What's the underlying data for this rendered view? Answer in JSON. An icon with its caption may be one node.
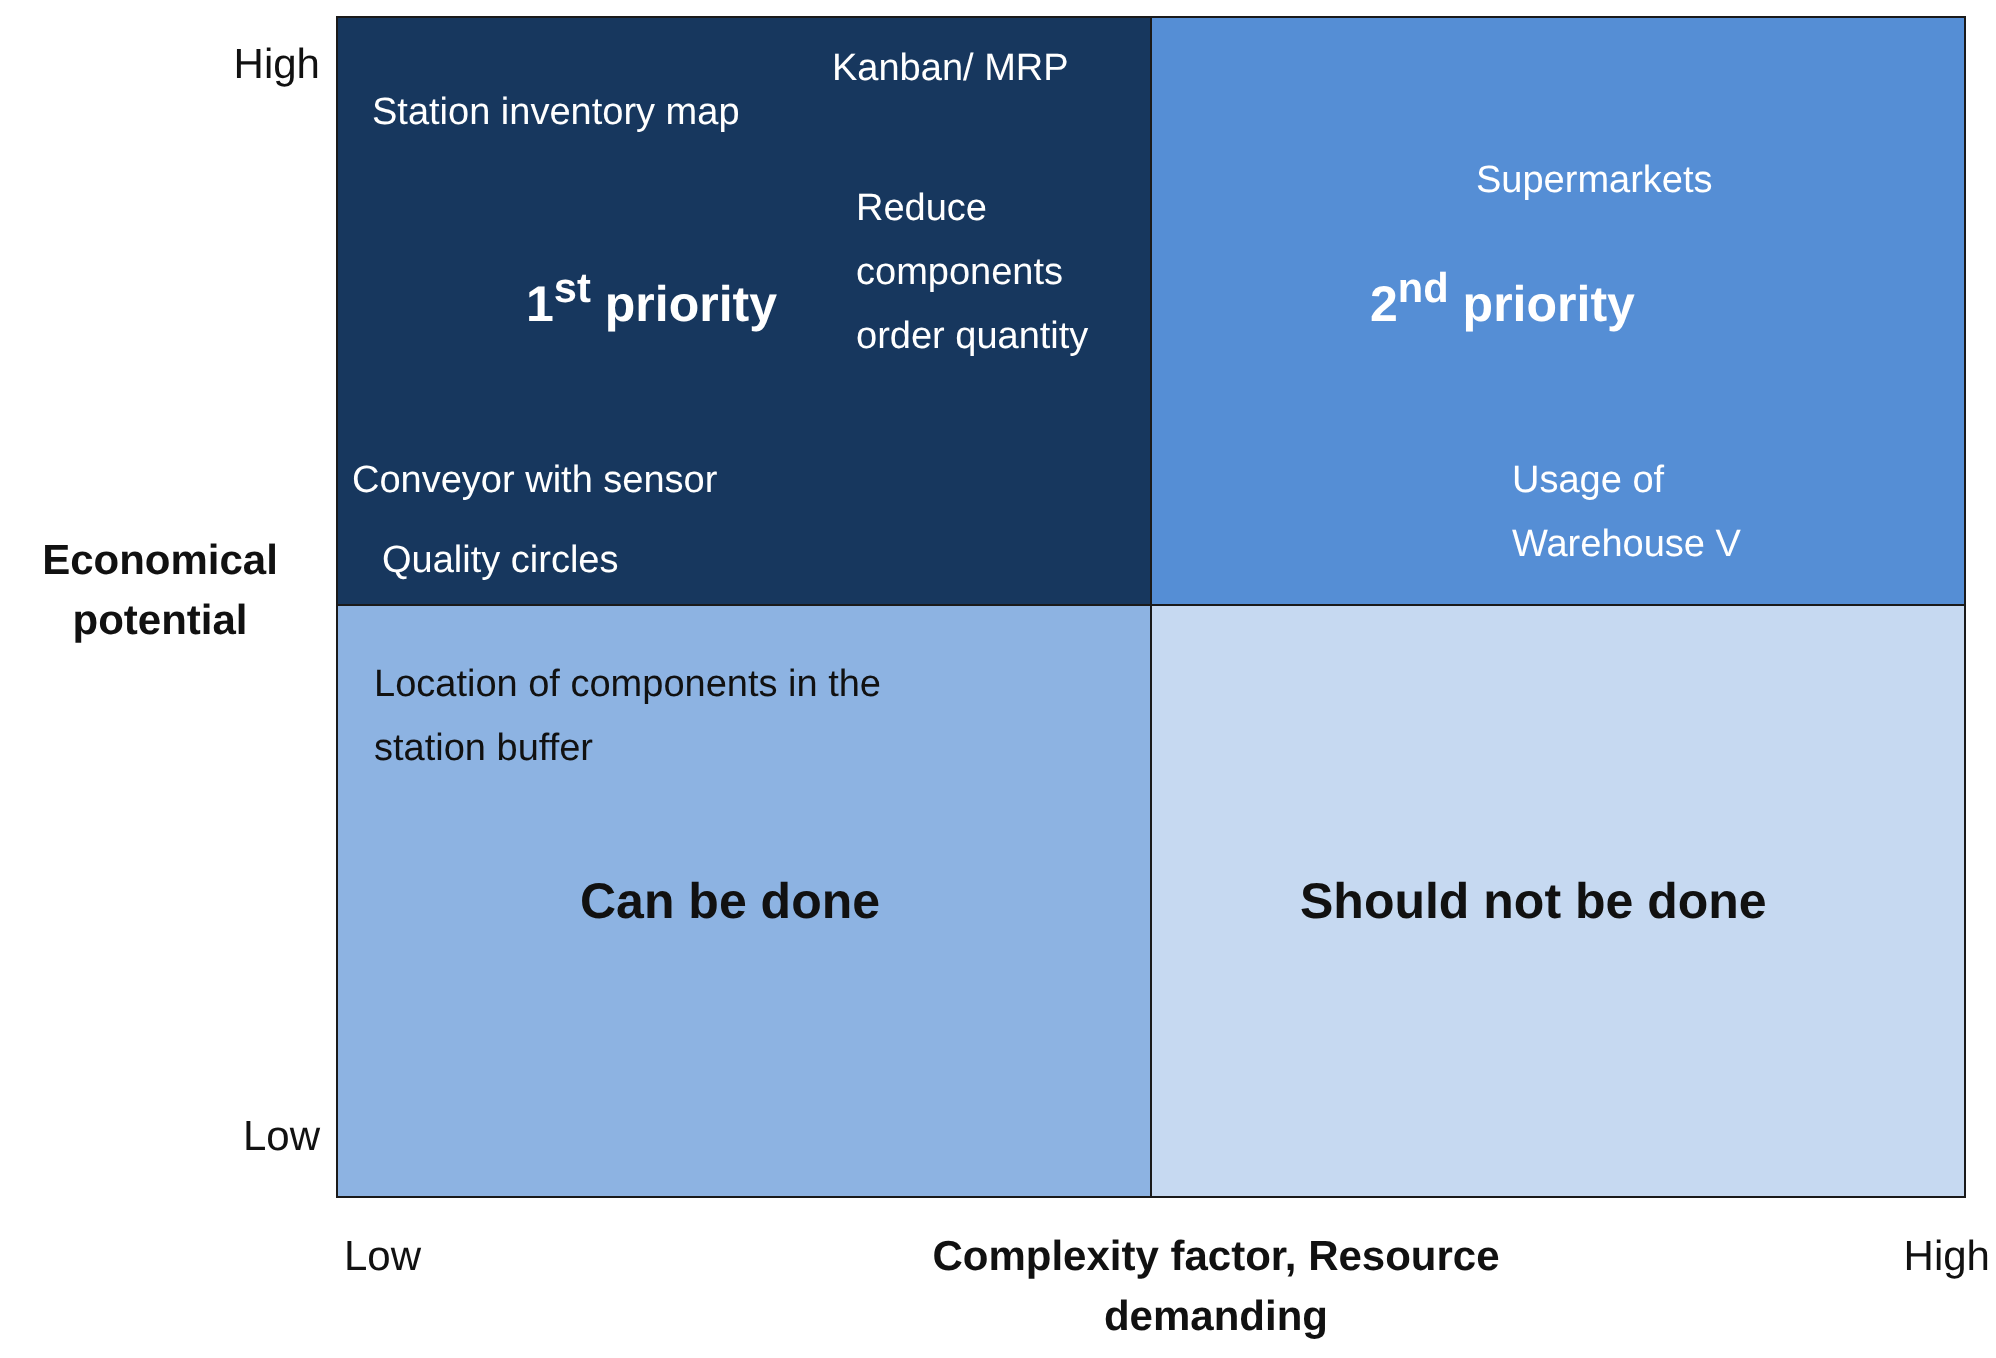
{
  "diagram": {
    "nodes": [
      {
        "text": [
          "Kanban/ MRP",
          "Station inventory map",
          "Reduce components order quantity",
          "1$^{st}$ priority",
          "Conveyor with sensor",
          "Quality circles"
        ]
      },
      {
        "text": [
          "Supermarkets",
          "2$^{nd}$ priority",
          "Usage of Warehouse V"
        ]
      },
      {
        "text": [
          "Location of components in the station buffer",
          "Can be done"
        ]
      },
      {
        "text": [
          "Should not be done"
        ]
      }
    ],
    "edges": [],
    "labels": [
      "High",
      "Economical potential",
      "Low",
      "Low",
      "Complexity factor, Resource demanding",
      "High"
    ]
  }
}
